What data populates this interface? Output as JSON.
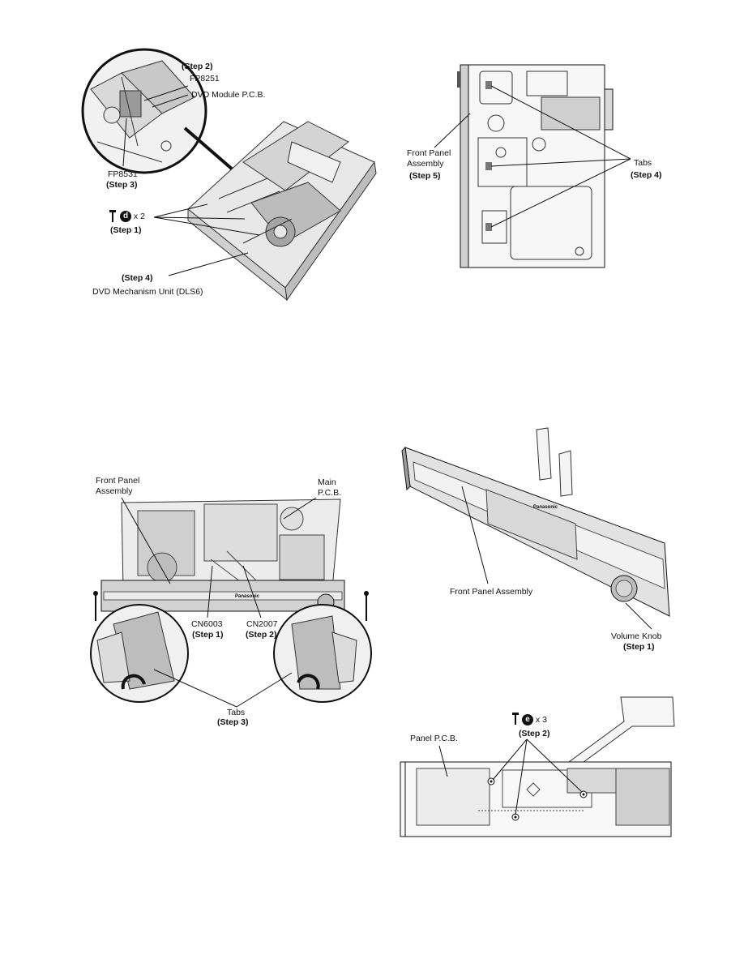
{
  "fig1": {
    "step2": "(Step 2)",
    "fp8251": "FP8251",
    "dvd_module": "DVD Module P.C.B.",
    "fp8531": "FP8531",
    "step3": "(Step 3)",
    "screw_letter": "d",
    "screw_count": "x 2",
    "step1": "(Step 1)",
    "step4": "(Step 4)",
    "mechanism": "DVD Mechanism Unit (DLS6)"
  },
  "fig2": {
    "front_panel_1": "Front Panel",
    "front_panel_2": "Assembly",
    "step5": "(Step 5)",
    "tabs": "Tabs",
    "step4": "(Step 4)"
  },
  "fig3": {
    "front_panel_1": "Front Panel",
    "front_panel_2": "Assembly",
    "main_1": "Main",
    "main_2": "P.C.B.",
    "cn6003": "CN6003",
    "step1": "(Step 1)",
    "cn2007": "CN2007",
    "step2": "(Step 2)",
    "tabs": "Tabs",
    "step3": "(Step 3)",
    "brand": "Panasonic"
  },
  "fig4": {
    "front_panel": "Front Panel Assembly",
    "volume_knob": "Volume Knob",
    "step1": "(Step 1)",
    "brand": "Panasonic"
  },
  "fig5": {
    "screw_letter": "e",
    "screw_count": "x 3",
    "step2": "(Step 2)",
    "panel_pcb": "Panel P.C.B."
  }
}
